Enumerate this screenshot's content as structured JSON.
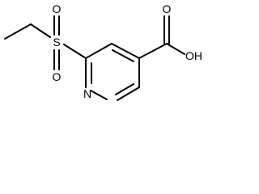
{
  "molecule": {
    "atoms": {
      "sulfur": "S",
      "sulfonyl_oxygen_top": "O",
      "sulfonyl_oxygen_bottom": "O",
      "ring_nitrogen": "N",
      "carbonyl_oxygen": "O",
      "hydroxyl": "OH"
    }
  },
  "colors": {
    "bond": "#000000",
    "text": "#000000",
    "background": "#ffffff"
  }
}
